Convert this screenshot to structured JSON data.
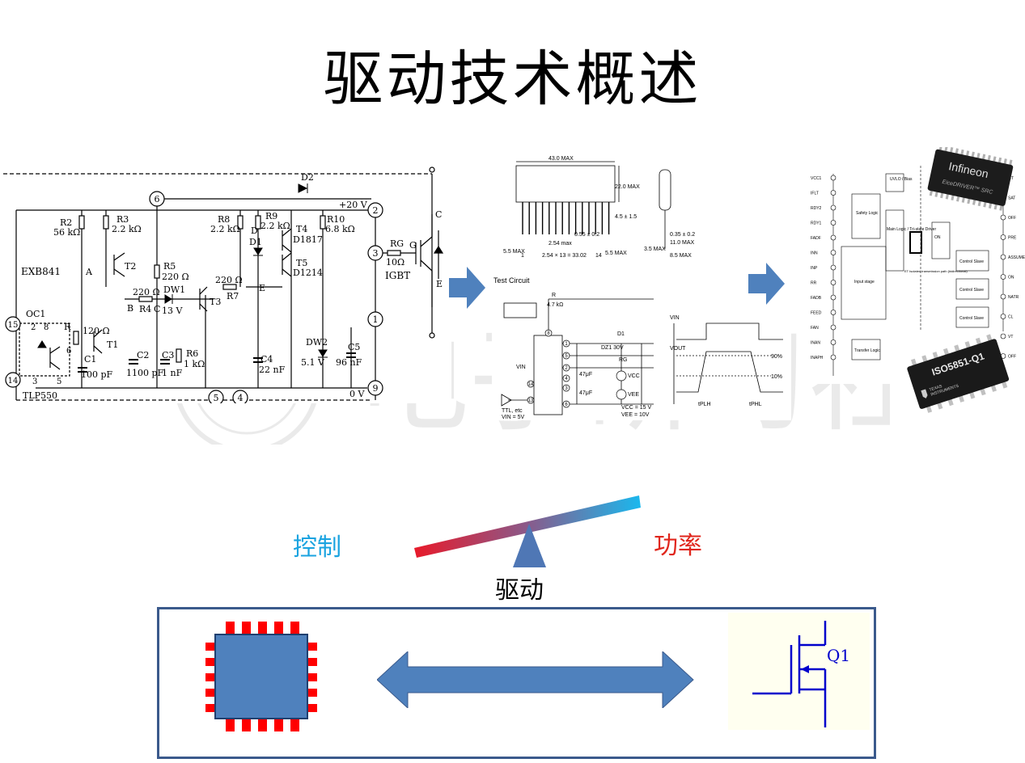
{
  "slide": {
    "title": "驱动技术概述"
  },
  "circuit_exb841": {
    "chip_name": "EXB841",
    "optocoupler": "OC1",
    "optocoupler_part": "TLP550",
    "pins": [
      "6",
      "2",
      "3",
      "1",
      "9",
      "5",
      "4",
      "15",
      "14"
    ],
    "opto_pins": [
      "2",
      "8",
      "6",
      "3",
      "5"
    ],
    "supply_pos": "+20 V",
    "supply_zero": "0 V",
    "node_labels": [
      "A",
      "B",
      "C",
      "D",
      "E"
    ],
    "components": {
      "d2": "D2",
      "r2": "R2",
      "r2_val": "56 kΩ",
      "r3": "R3",
      "r3_val": "2.2 kΩ",
      "r8": "R8",
      "r8_val": "2.2 kΩ",
      "r9": "R9",
      "r9_val": "2.2 kΩ",
      "r10": "R10",
      "r10_val": "6.8 kΩ",
      "t4": "T4",
      "t4_part": "D1817",
      "t5": "T5",
      "t5_part": "D1214",
      "rg": "RG",
      "rg_val": "10Ω",
      "t2": "T2",
      "r5": "R5",
      "r5_val": "220 Ω",
      "d1": "D1",
      "r4": "R4",
      "r4_val": "220 Ω",
      "dw1": "DW1",
      "dw1_val": "13 V",
      "t3": "T3",
      "r7": "R7",
      "r7_val": "220 Ω",
      "r": "R",
      "r_val": "120 Ω",
      "t1": "T1",
      "c1": "C1",
      "c1_val": "100 pF",
      "c2": "C2",
      "c2_val": "1100 pF",
      "c3": "C3",
      "c3_val": "1 nF",
      "r6": "R6",
      "r6_val": "1 kΩ",
      "c4": "C4",
      "c4_val": "22 nF",
      "dw2": "DW2",
      "dw2_val": "5.1 V",
      "c5": "C5",
      "c5_val": "96 nF"
    },
    "igbt": {
      "name": "IGBT",
      "gate": "G",
      "collector": "C",
      "emitter": "E"
    }
  },
  "package_drawing": {
    "dims": {
      "width": "43.0 MAX",
      "height": "22.0 MAX",
      "lead": "4.5 ± 1.5",
      "thick": "0.55 ± 0.2",
      "pitch": "2.54 max",
      "span": "2.54 × 13 = 33.02",
      "left": "5.5 MAX",
      "right": "5.5 MAX",
      "pin_thick": "0.35 ± 0.2",
      "body": "11.0 MAX",
      "lead_len": "3.5 MAX",
      "side_total": "8.5 MAX"
    },
    "pin_first": "1",
    "pin_last": "14"
  },
  "test_circuit": {
    "title": "Test Circuit",
    "r_label": "R",
    "r_val": "4.7 kΩ",
    "d1": "D1",
    "dz": "DZ1 30V",
    "rg": "RG",
    "cap1": "47μF",
    "cap2": "47μF",
    "vcc": "VCC",
    "vee": "VEE",
    "vcc_val": "VCC = 15 V",
    "vee_val": "VEE = 10V",
    "vin": "VIN",
    "ttl": "TTL, etc",
    "ttl_v": "VIN = 5V",
    "pins": [
      "8",
      "1",
      "5",
      "2",
      "4",
      "3",
      "14",
      "13",
      "6"
    ],
    "wave": {
      "vin": "VIN",
      "vout": "VOUT",
      "p90": "90%",
      "p10": "10%",
      "ton": "tPLH",
      "toff": "tPHL"
    }
  },
  "driver_ic": {
    "pins_left": [
      "VCC1",
      "IFLT",
      "RDY2",
      "RDY1",
      "FADF",
      "INN",
      "INP",
      "RR",
      "FADB",
      "FEED",
      "FAN",
      "INAN",
      "INAPH"
    ],
    "pins_right": [
      "GT",
      "SAT",
      "OFF",
      "PRE",
      "ASSUME",
      "ON",
      "NATR",
      "CL",
      "VT",
      "OFF"
    ],
    "blocks": [
      "UVLO / Bias",
      "Safety Logic",
      "Main Logic / Tri-state Driver",
      "Input stage",
      "Transfer Logic",
      "ON",
      "Control Slave",
      "Control Slave",
      "Control Slave"
    ],
    "iso_note": "ET Isolated transmission path (bidirectional)"
  },
  "chip_photo_infineon": {
    "brand": "Infineon",
    "product": "EiceDRIVER™ SRC"
  },
  "chip_photo_ti": {
    "part": "ISO5851-Q1",
    "brand_line1": "TEXAS",
    "brand_line2": "INSTRUMENTS"
  },
  "watermark": {
    "text": "电子研习社"
  },
  "balance": {
    "left_label": "控制",
    "right_label": "功率",
    "pivot_label": "驱动",
    "colors": {
      "left": "#e81a2a",
      "right": "#1ab8ee",
      "pivot": "#4f77b5",
      "left_text": "#1aa3e0",
      "right_text": "#e0261c"
    }
  },
  "system_block": {
    "mosfet_label": "Q1",
    "colors": {
      "frame": "#3b5a8c",
      "chip_body": "#4f81bd",
      "chip_pins": "#ff0000",
      "arrow": "#4f81bd",
      "mosfet": "#0000cc",
      "mosfet_bg": "#fffff0"
    }
  }
}
